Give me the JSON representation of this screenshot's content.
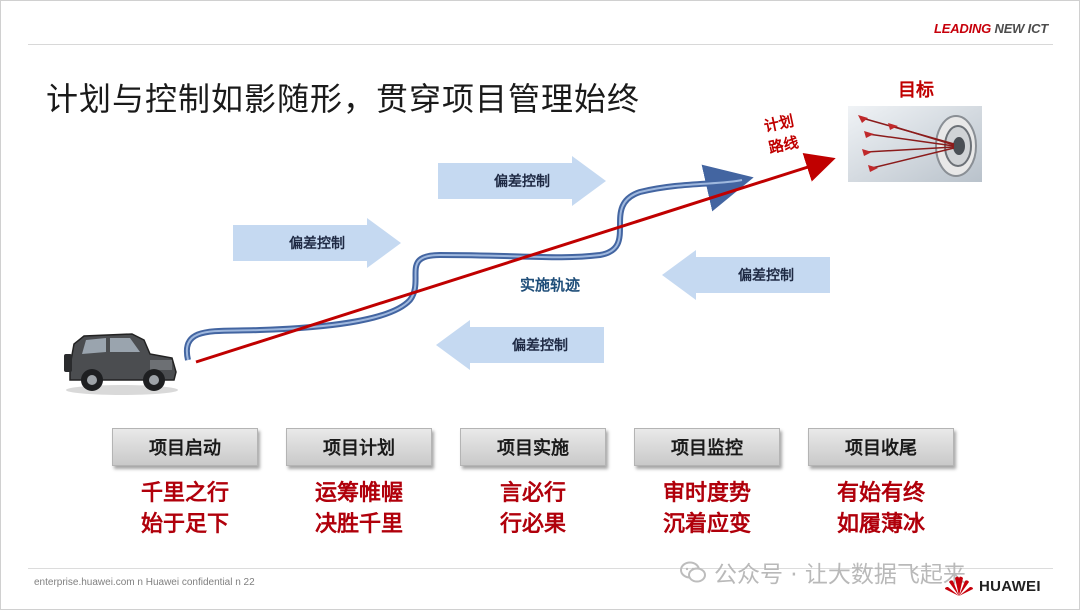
{
  "header": {
    "brand_red": "LEADING",
    "brand_grey": "NEW ICT"
  },
  "title": "计划与控制如影随形，贯穿项目管理始终",
  "diagram": {
    "target_label": "目标",
    "route_label_line1": "计划",
    "route_label_line2": "路线",
    "track_label": "实施轨迹",
    "correction_label": "偏差控制",
    "corrections": [
      {
        "label": "偏差控制",
        "direction": "right"
      },
      {
        "label": "偏差控制",
        "direction": "right"
      },
      {
        "label": "偏差控制",
        "direction": "left"
      },
      {
        "label": "偏差控制",
        "direction": "left"
      }
    ]
  },
  "phases": [
    {
      "name": "项目启动",
      "motto_line1": "千里之行",
      "motto_line2": "始于足下"
    },
    {
      "name": "项目计划",
      "motto_line1": "运筹帷幄",
      "motto_line2": "决胜千里"
    },
    {
      "name": "项目实施",
      "motto_line1": "言必行",
      "motto_line2": "行必果"
    },
    {
      "name": "项目监控",
      "motto_line1": "审时度势",
      "motto_line2": "沉着应变"
    },
    {
      "name": "项目收尾",
      "motto_line1": "有始有终",
      "motto_line2": "如履薄冰"
    }
  ],
  "footer": {
    "text": "enterprise.huawei.com   n   Huawei confidential   n   22",
    "watermark": "公众号 · 让大数据飞起来",
    "logo_text": "HUAWEI"
  },
  "colors": {
    "accent_red": "#c00000",
    "arrow_fill": "#c5d9f1",
    "track_blue": "#4f81bd"
  }
}
